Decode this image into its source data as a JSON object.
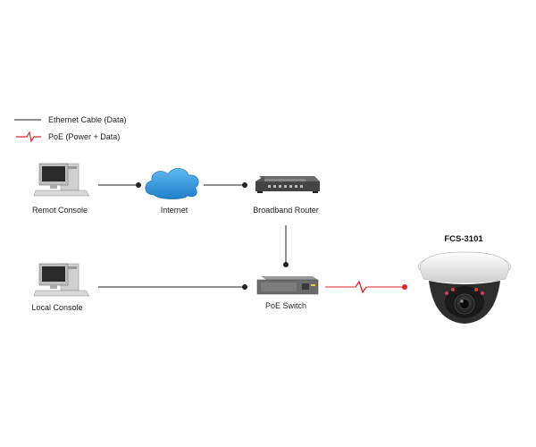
{
  "legend": {
    "ethernet": "Ethernet Cable (Data)",
    "poe": "PoE (Power + Data)"
  },
  "nodes": {
    "remote_console": "Remot Console",
    "internet": "Internet",
    "broadband_router": "Broadband Router",
    "local_console": "Local Console",
    "poe_switch": "PoE Switch",
    "camera": "FCS-3101"
  },
  "colors": {
    "line": "#222222",
    "poe": "#e0262b",
    "cloud": "#2a8fd6"
  }
}
